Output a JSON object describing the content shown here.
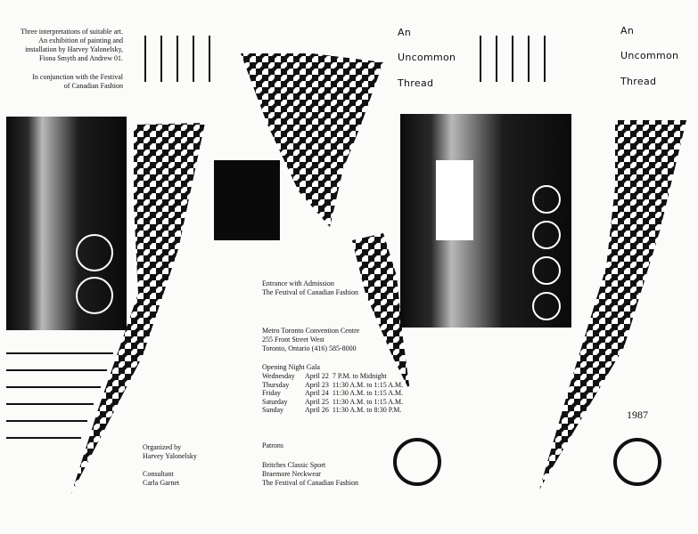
{
  "intro": {
    "line1": "Three interpretations of suitable art.",
    "line2": "An exhibition of painting and",
    "line3": "installation by Harvey Yalonelsky,",
    "line4": "Fiona Smyth and Andrew 01.",
    "line5": "In conjunction with the Festival",
    "line6": "of Canadian Fashion"
  },
  "title_left": {
    "w1": "An",
    "w2": "Uncommon",
    "w3": "Thread"
  },
  "title_right": {
    "w1": "An",
    "w2": "Uncommon",
    "w3": "Thread"
  },
  "admission": {
    "line1": "Entrance with Admission",
    "line2": "The Festival of Canadian Fashion"
  },
  "venue": {
    "line1": "Metro Toronto Convention Centre",
    "line2": "255 Front Street West",
    "line3": "Toronto, Ontario  (416) 585-8000"
  },
  "gala": {
    "heading": "Opening Night Gala",
    "rows": [
      {
        "day": "Wednesday",
        "date": "April 22",
        "time": "7 P.M. to Midnight"
      },
      {
        "day": "Thursday",
        "date": "April 23",
        "time": "11:30 A.M. to 1:15 A.M."
      },
      {
        "day": "Friday",
        "date": "April 24",
        "time": "11:30 A.M. to 1:15 A.M."
      },
      {
        "day": "Saturday",
        "date": "April 25",
        "time": "11:30 A.M. to 1:15 A.M."
      },
      {
        "day": "Sunday",
        "date": "April 26",
        "time": "11:30 A.M. to 8:30 P.M."
      }
    ]
  },
  "organized": {
    "label": "Organized by",
    "name": "Harvey Yalonelsky"
  },
  "consultant": {
    "label": "Consultant",
    "name": "Carla Garnet"
  },
  "patrons": {
    "label": "Patrons",
    "p1": "Britches Classic Sport",
    "p2": "Braemore Neckwear",
    "p3": "The Festival of Canadian Fashion"
  },
  "year": "1987",
  "colors": {
    "ink": "#111111",
    "paper": "#fbfbfa"
  }
}
